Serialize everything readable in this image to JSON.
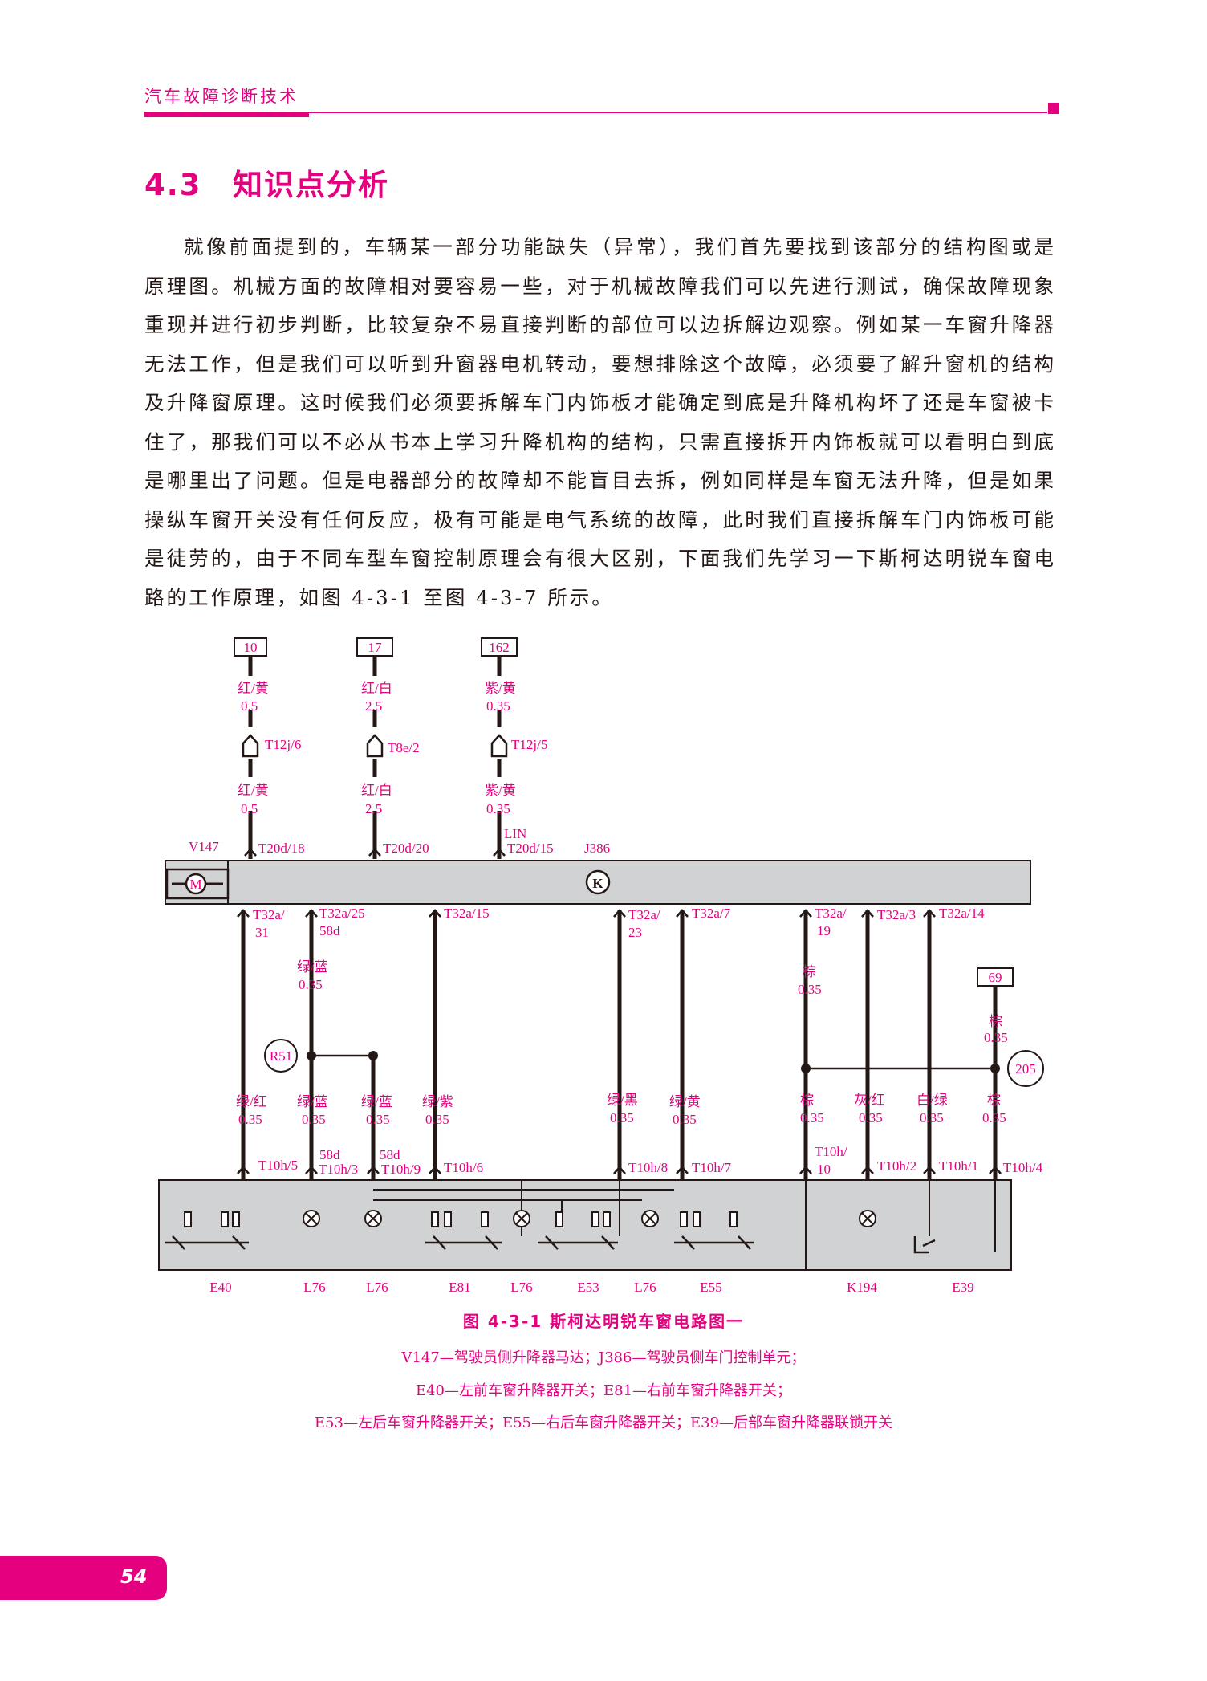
{
  "header": {
    "title": "汽车故障诊断技术"
  },
  "section": {
    "number": "4.3",
    "title": "知识点分析"
  },
  "body_text": "就像前面提到的，车辆某一部分功能缺失（异常），我们首先要找到该部分的结构图或是原理图。机械方面的故障相对要容易一些，对于机械故障我们可以先进行测试，确保故障现象重现并进行初步判断，比较复杂不易直接判断的部位可以边拆解边观察。例如某一车窗升降器无法工作，但是我们可以听到升窗器电机转动，要想排除这个故障，必须要了解升窗机的结构及升降窗原理。这时候我们必须要拆解车门内饰板才能确定到底是升降机构坏了还是车窗被卡住了，那我们可以不必从书本上学习升降机构的结构，只需直接拆开内饰板就可以看明白到底是哪里出了问题。但是电器部分的故障却不能盲目去拆，例如同样是车窗无法升降，但是如果操纵车窗开关没有任何反应，极有可能是电气系统的故障，此时我们直接拆解车门内饰板可能是徒劳的，由于不同车型车窗控制原理会有很大区别，下面我们先学习一下斯柯达明锐车窗电路的工作原理，如图 4-3-1 至图 4-3-7 所示。",
  "diagram": {
    "top_boxes": [
      "10",
      "17",
      "162",
      "69"
    ],
    "wire_top": [
      "红/黄",
      "0.5",
      "红/白",
      "2.5",
      "紫/黄",
      "0.35"
    ],
    "connectors_top": [
      "T12j/6",
      "T8e/2",
      "T12j/5"
    ],
    "wire_mid": [
      "红/黄",
      "0.5",
      "红/白",
      "2.5",
      "紫/黄",
      "0.35",
      "LIN"
    ],
    "unit_pins": [
      "T20d/18",
      "T20d/20",
      "T20d/15"
    ],
    "unit_labels": [
      "V147",
      "J386"
    ],
    "motor_symbol": "M",
    "unit_symbol": "K",
    "pins_a": [
      "T32a/",
      "31",
      "T32a/25",
      "58d",
      "T32a/15",
      "T32a/",
      "23",
      "T32a/7",
      "T32a/",
      "19",
      "T32a/3",
      "T32a/14"
    ],
    "wire_upper": [
      "绿/蓝",
      "0.35",
      "棕",
      "0.35",
      "棕",
      "0.35"
    ],
    "nodes": [
      "R51",
      "205"
    ],
    "wire_lower": [
      "绿/红",
      "0.35",
      "绿/蓝",
      "0.35",
      "绿/蓝",
      "0.35",
      "绿/紫",
      "0.35",
      "绿/黑",
      "0.35",
      "绿/黄",
      "0.35",
      "棕",
      "0.35",
      "灰/红",
      "0.35",
      "白/绿",
      "0.35",
      "棕",
      "0.35"
    ],
    "pins_h": [
      "T10h/5",
      "58d",
      "T10h/3",
      "58d",
      "T10h/9",
      "T10h/6",
      "T10h/8",
      "T10h/7",
      "T10h/",
      "10",
      "T10h/2",
      "T10h/1",
      "T10h/4"
    ],
    "components": [
      "E40",
      "L76",
      "L76",
      "E81",
      "L76",
      "E53",
      "L76",
      "E55",
      "K194",
      "E39"
    ]
  },
  "caption": {
    "title": "图 4-3-1    斯柯达明锐车窗电路图一",
    "lines": [
      "V147—驾驶员侧升降器马达；J386—驾驶员侧车门控制单元；",
      "E40—左前车窗升降器开关；E81—右前车窗升降器开关；",
      "E53—左后车窗升降器开关；E55—右后车窗升降器开关；E39—后部车窗升降器联锁开关"
    ]
  },
  "page_number": "54",
  "colors": {
    "accent": "#e4007f",
    "wire": "#231815",
    "panel": "#d1d2d3"
  }
}
